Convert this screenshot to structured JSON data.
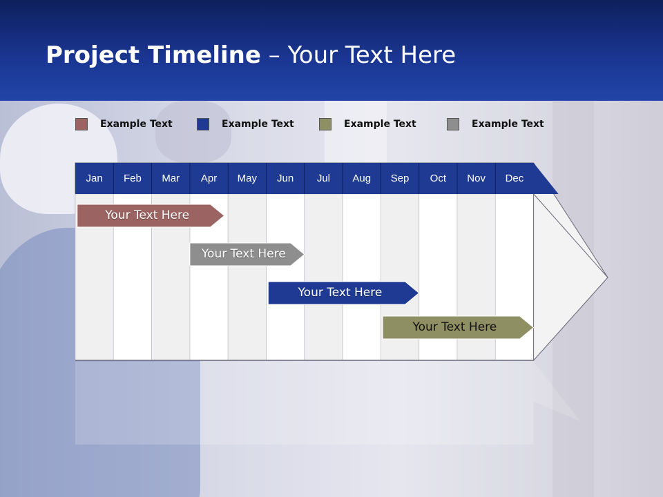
{
  "slide": {
    "title_bold": "Project Timeline",
    "title_rest": " – Your Text Here"
  },
  "colors": {
    "header": "#1a3590",
    "month_header": "#1f3a93",
    "rose": "#9b6462",
    "blue": "#1f3a93",
    "olive": "#8e8f62",
    "gray": "#8e8e8e"
  },
  "legend": [
    {
      "label": "Example Text",
      "color": "#9b6462"
    },
    {
      "label": "Example Text",
      "color": "#1f3a93"
    },
    {
      "label": "Example Text",
      "color": "#8e8f62"
    },
    {
      "label": "Example Text",
      "color": "#8e8e8e"
    }
  ],
  "months": [
    "Jan",
    "Feb",
    "Mar",
    "Apr",
    "May",
    "Jun",
    "Jul",
    "Aug",
    "Sep",
    "Oct",
    "Nov",
    "Dec"
  ],
  "bars": [
    {
      "label": "Your  Text Here",
      "start": 0.05,
      "end": 3.9,
      "color": "#9b6462"
    },
    {
      "label": "Your  Text Here",
      "start": 3.0,
      "end": 6.0,
      "color": "#8e8e8e"
    },
    {
      "label": "Your  Text Here",
      "start": 5.05,
      "end": 9.0,
      "color": "#1f3a93"
    },
    {
      "label": "Your  Text Here",
      "start": 8.05,
      "end": 12.0,
      "color": "#8e8f62"
    }
  ]
}
